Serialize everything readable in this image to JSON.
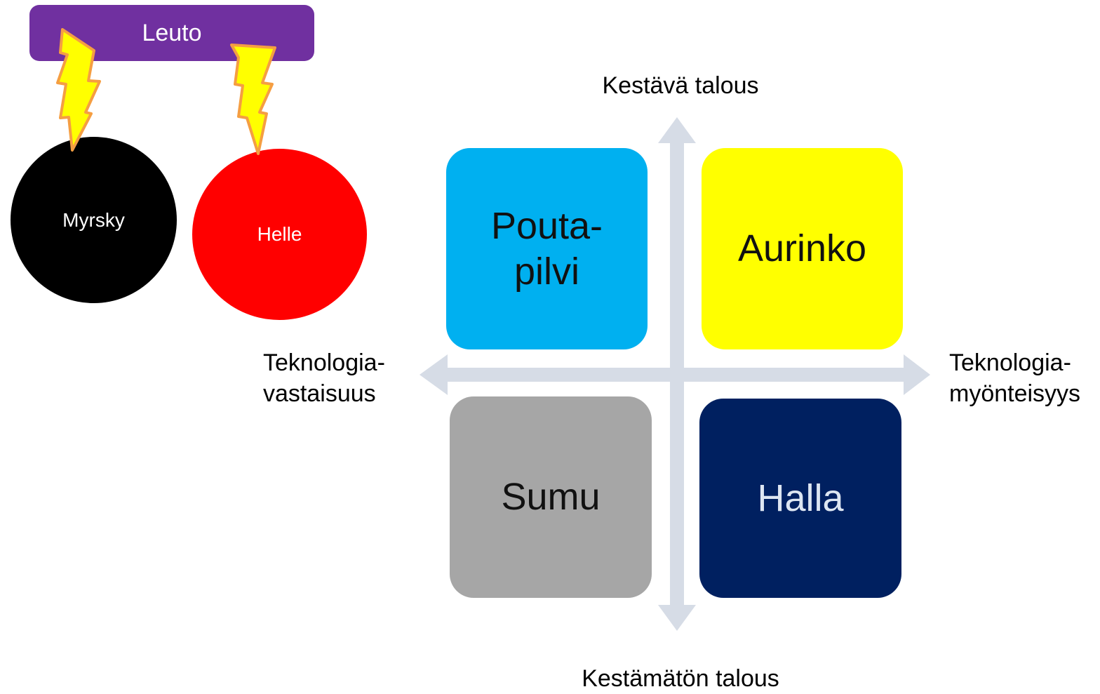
{
  "legend": {
    "banner": "Leuto",
    "circles": {
      "myrsky": "Myrsky",
      "helle": "Helle"
    }
  },
  "matrix": {
    "axis_top": "Kestävä talous",
    "axis_bottom": "Kestämätön talous",
    "axis_left": "Teknologia-\nvastaisuus",
    "axis_right": "Teknologia-\nmyönteisyys",
    "quadrants": {
      "top_left": "Pouta-\npilvi",
      "top_right": "Aurinko",
      "bottom_left": "Sumu",
      "bottom_right": "Halla"
    }
  },
  "colors": {
    "banner": "#7030a0",
    "myrsky": "#000000",
    "helle": "#ff0000",
    "pouta_pilvi": "#00b0f0",
    "aurinko": "#ffff00",
    "sumu": "#a6a6a6",
    "halla": "#002060",
    "axes": "#d6dce6",
    "lightning_fill": "#ffff00",
    "lightning_stroke": "#f59e42"
  }
}
